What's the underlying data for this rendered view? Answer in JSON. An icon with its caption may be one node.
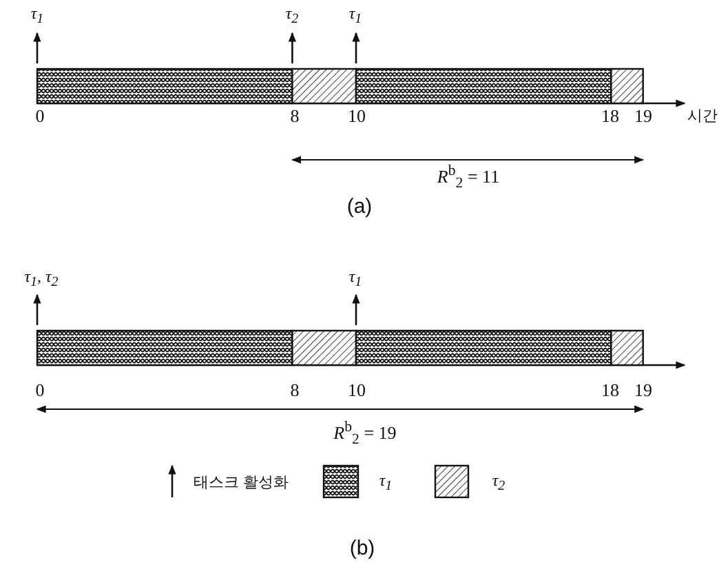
{
  "diagram": {
    "labels": [
      "τ$_{1}$",
      "τ$_{2}$",
      "τ$_{1}$",
      "0",
      "8",
      "10",
      "18",
      "19",
      "시간",
      "*R*$^{b}$$_{2}$ = 11",
      "(a)",
      "τ$_{1}$, τ$_{2}$",
      "τ$_{1}$",
      "0",
      "8",
      "10",
      "18",
      "19",
      "*R*$^{b}$$_{2}$ = 19",
      "(b)"
    ],
    "legend": [
      {
        "text": "태스크 활성화"
      },
      {
        "text": "τ$_{1}$"
      },
      {
        "text": "τ$_{2}$"
      }
    ]
  }
}
